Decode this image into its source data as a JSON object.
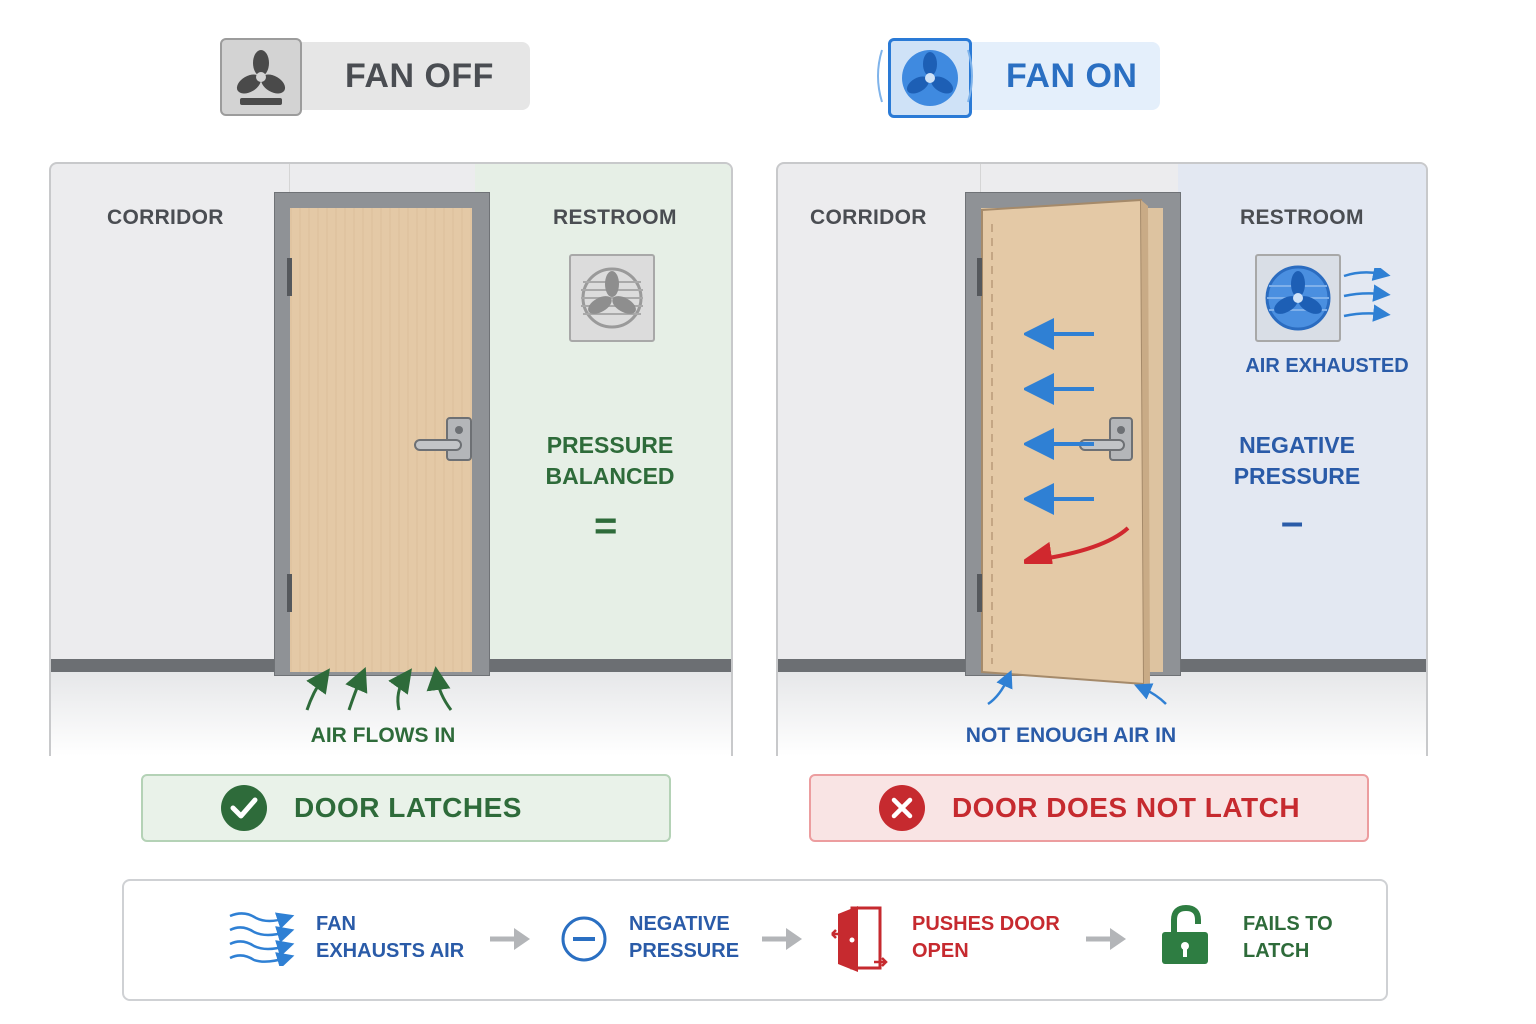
{
  "header_left": {
    "label": "FAN OFF",
    "icon": "fan-icon"
  },
  "header_right": {
    "label": "FAN ON",
    "icon": "fan-icon"
  },
  "left_panel": {
    "corridor_label": "CORRIDOR",
    "restroom_label": "RESTROOM",
    "pressure_line1": "PRESSURE",
    "pressure_line2": "BALANCED",
    "pressure_symbol": "=",
    "airflow_label": "AIR FLOWS IN",
    "result_label": "DOOR LATCHES",
    "result_icon": "checkmark-icon"
  },
  "right_panel": {
    "corridor_label": "CORRIDOR",
    "restroom_label": "RESTROOM",
    "exhaust_label": "AIR EXHAUSTED",
    "pressure_line1": "NEGATIVE",
    "pressure_line2": "PRESSURE",
    "pressure_symbol": "–",
    "airflow_label": "NOT ENOUGH AIR IN",
    "result_label": "DOOR DOES NOT LATCH",
    "result_icon": "x-icon"
  },
  "flow": {
    "steps": [
      {
        "line1": "FAN",
        "line2": "EXHAUSTS AIR",
        "icon": "wind-icon"
      },
      {
        "line1": "NEGATIVE",
        "line2": "PRESSURE",
        "icon": "minus-circle-icon"
      },
      {
        "line1": "PUSHES DOOR",
        "line2": "OPEN",
        "icon": "open-door-icon"
      },
      {
        "line1": "FAILS TO",
        "line2": "LATCH",
        "icon": "unlocked-padlock-icon"
      }
    ]
  },
  "colors": {
    "green": "#2e6b3a",
    "blue": "#2a5ba8",
    "red": "#c62a2f",
    "gray": "#4a4d52",
    "door": "#e4c9a6"
  }
}
